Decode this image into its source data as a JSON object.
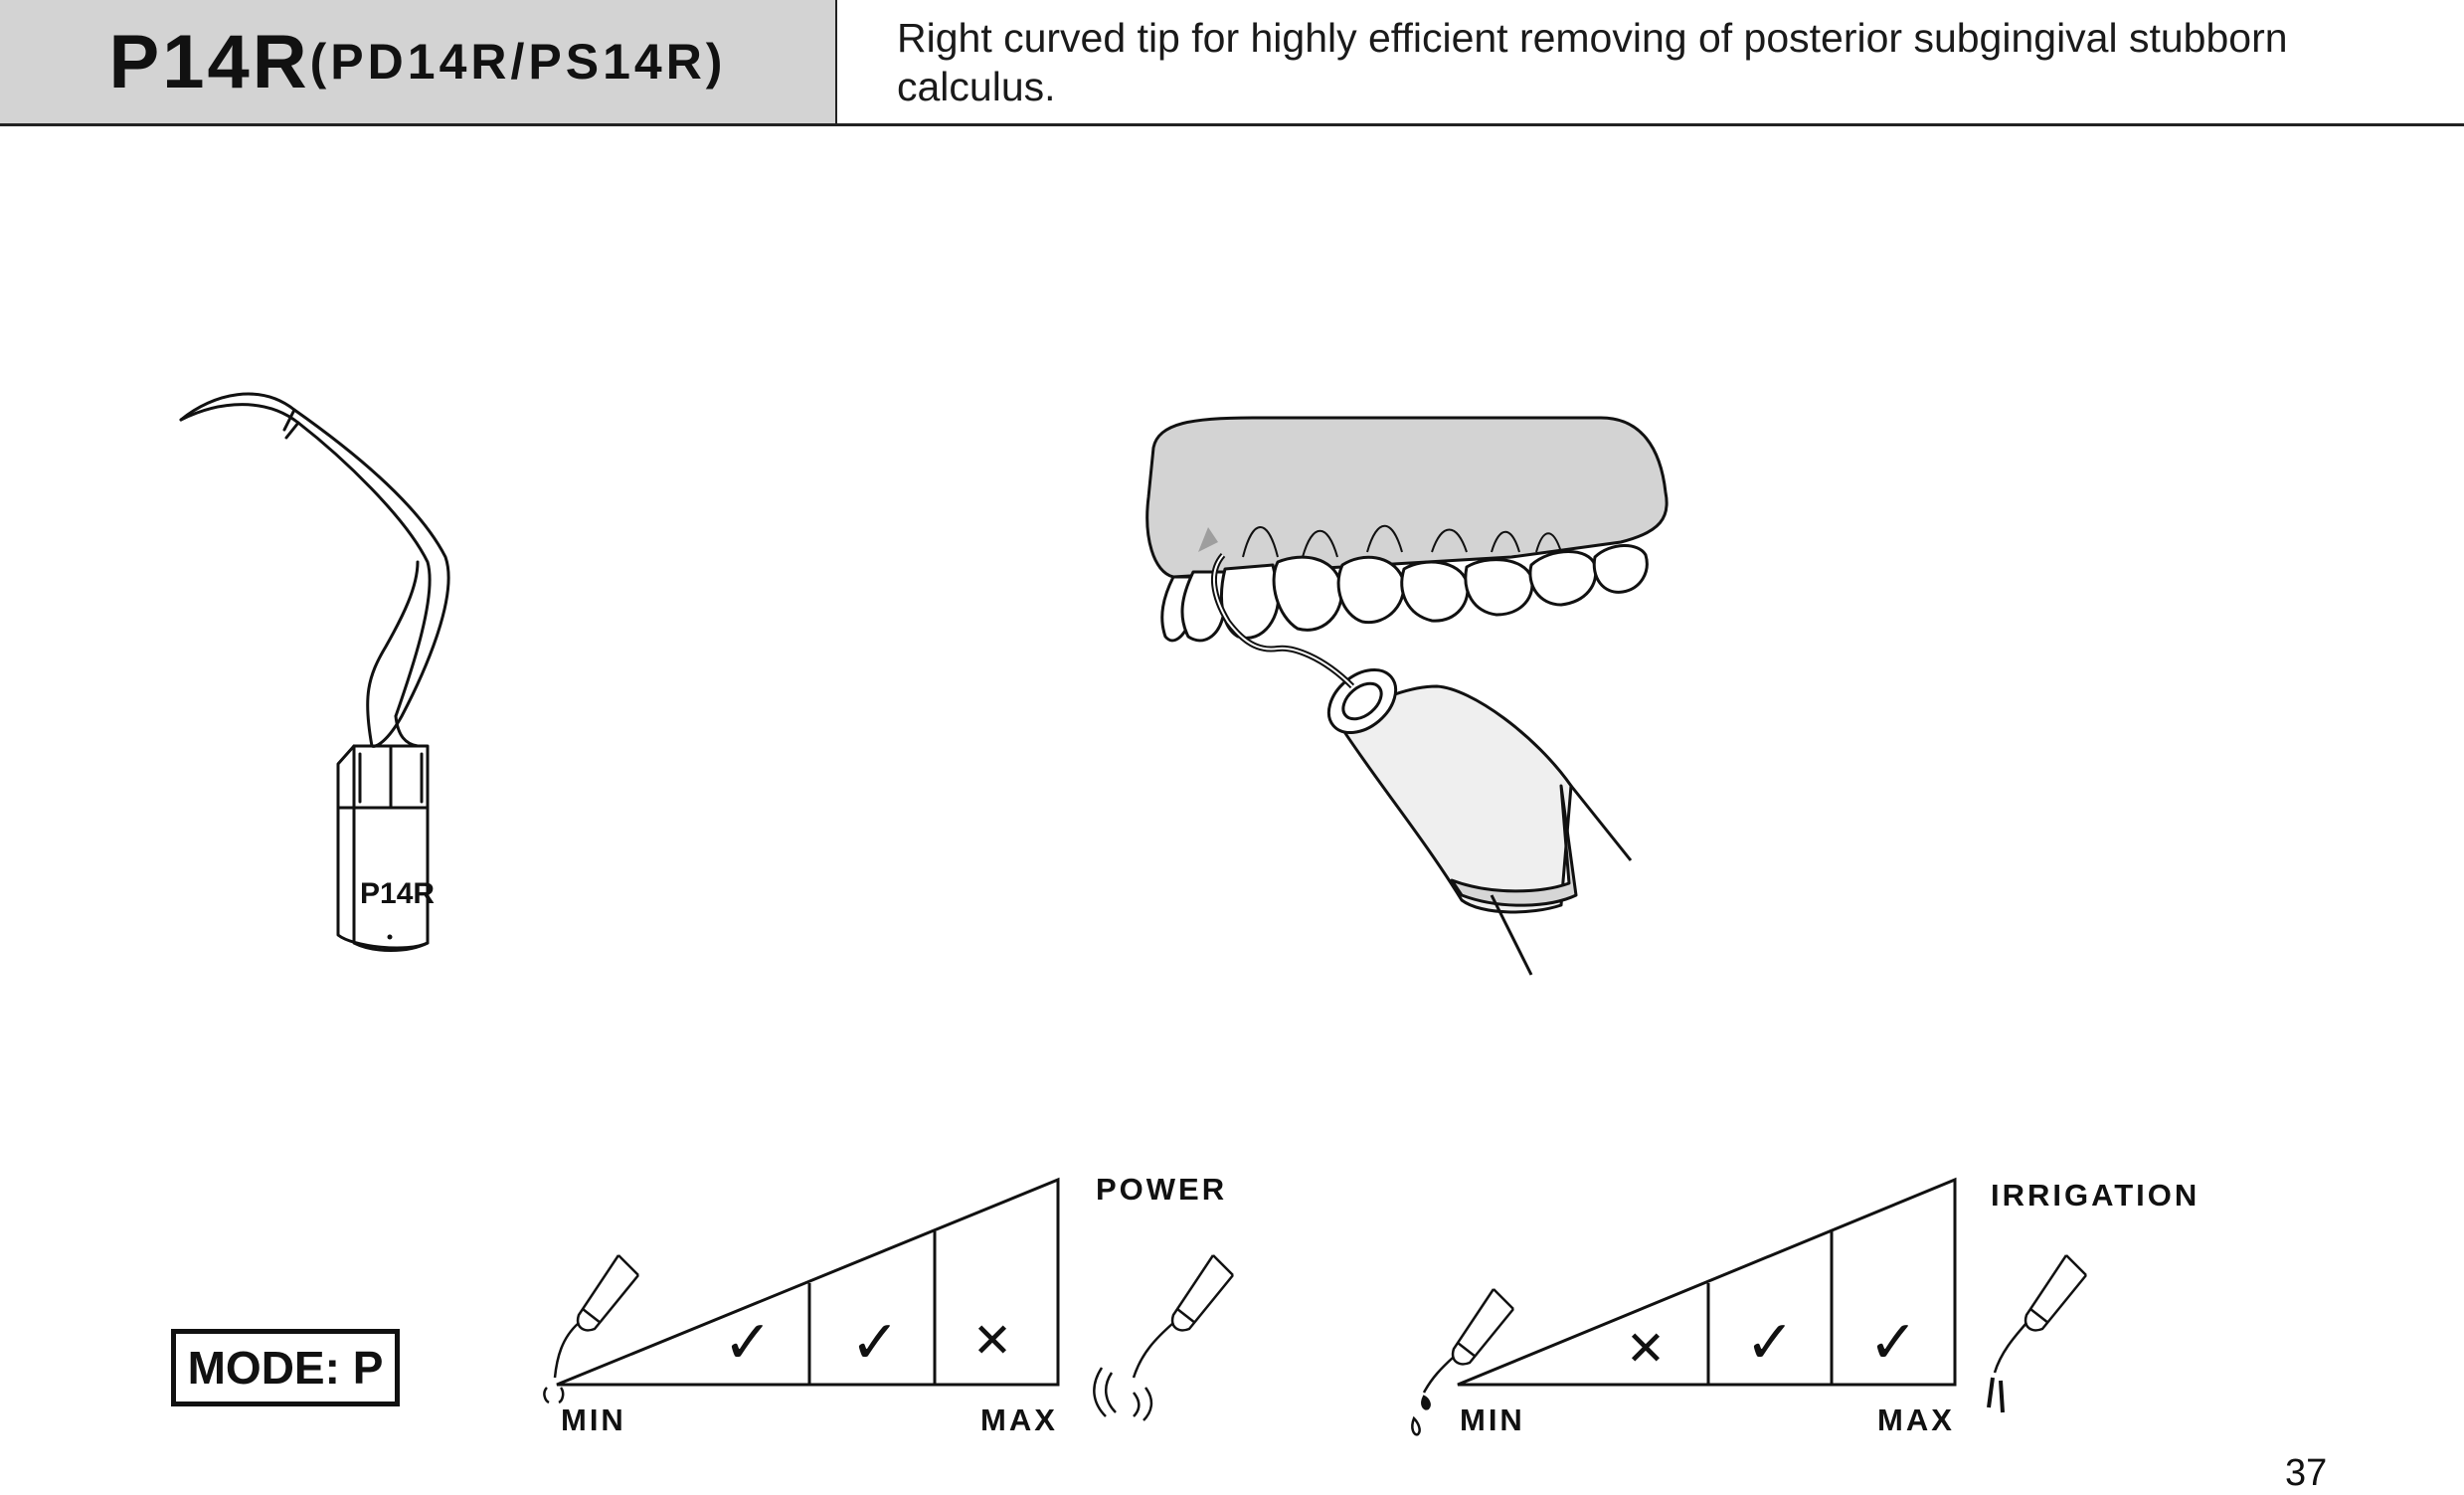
{
  "header": {
    "title_main": "P14R",
    "title_sub": "(PD14R/PS14R)",
    "description": "Right curved tip for highly efficient removing of posterior subgingival stubborn calculus."
  },
  "tip_illustration": {
    "engraving": "P14R"
  },
  "mode_label": "MODE: P",
  "power_scale": {
    "title": "POWER",
    "min_label": "MIN",
    "max_label": "MAX",
    "levels": [
      "check",
      "check",
      "cross"
    ],
    "glyphs": {
      "check": "✓",
      "cross": "✕"
    }
  },
  "irrigation_scale": {
    "title": "IRRIGATION",
    "min_label": "MIN",
    "max_label": "MAX",
    "levels": [
      "cross",
      "check",
      "check"
    ],
    "glyphs": {
      "check": "✓",
      "cross": "✕"
    }
  },
  "page_number": "37",
  "colors": {
    "header_fill": "#d3d3d3",
    "gum_fill": "#d3d3d3",
    "ink": "#111111"
  }
}
